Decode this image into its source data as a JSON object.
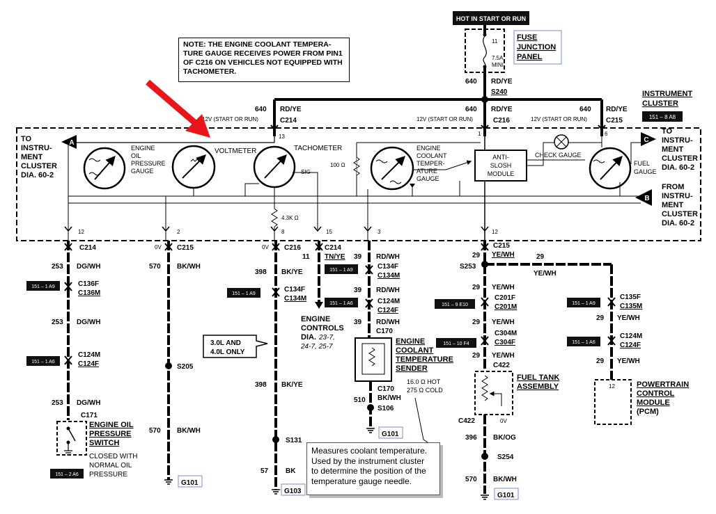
{
  "note": "NOTE: THE ENGINE COOLANT TEMPERA- TURE GAUGE RECEIVES POWER FROM PIN1 OF C216 ON VEHICLES NOT EQUIPPED WITH TACHOMETER.",
  "hot_in_start": "HOT IN START OR RUN",
  "fuse_junction": [
    "FUSE",
    "JUNCTION",
    "PANEL"
  ],
  "fuse_number": "11",
  "fuse_rating": [
    "7.5A",
    "MINI"
  ],
  "instrument_cluster_label": [
    "INSTRUMENT",
    "CLUSTER"
  ],
  "ref_151_8_a8": "151 – 8 A8",
  "wire_640": "640",
  "rd_ye": "RD/YE",
  "s240": "S240",
  "power_12v": "12V (START OR RUN)",
  "c214": "C214",
  "c215": "C215",
  "c216": "C216",
  "pin_13": "13",
  "pin_1": "1",
  "pin_6": "6",
  "to_cluster_left": [
    "TO",
    "INSTRU-",
    "MENT",
    "CLUSTER",
    "DIA. 60-2"
  ],
  "to_cluster_right": [
    "TO",
    "INSTRU-",
    "MENT",
    "CLUSTER",
    "DIA. 60-2"
  ],
  "from_cluster": [
    "FROM",
    "INSTRU-",
    "MENT",
    "CLUSTER",
    "DIA. 60-2"
  ],
  "connector_a": "A",
  "connector_b": "B",
  "connector_c": "C",
  "oil_gauge": [
    "ENGINE",
    "OIL",
    "PRESSURE",
    "GAUGE"
  ],
  "voltmeter": "VOLTMETER",
  "tachometer": "TACHOMETER",
  "sig": "SIG",
  "coolant_gauge": [
    "ENGINE",
    "COOLANT",
    "TEMPER-",
    "ATURE",
    "GAUGE"
  ],
  "resistor_100": "100 Ω",
  "anti_slosh": [
    "ANTI-",
    "SLOSH",
    "MODULE"
  ],
  "check_gauge": "CHECK GAUGE",
  "fuel_gauge": [
    "FUEL",
    "GAUGE"
  ],
  "resistor_43k": "4.3K Ω",
  "pins_bottom": [
    "12",
    "2",
    "8",
    "15",
    "3",
    "12"
  ],
  "col1": {
    "c214": "C214",
    "w253": "253",
    "dgwh": "DG/WH",
    "ref1": "151 – 1 A9",
    "c136f": "C136F",
    "c136m": "C136M",
    "ref2": "151 – 1 A6",
    "c124m": "C124M",
    "c124f": "C124F",
    "c171": "C171",
    "switch": [
      "ENGINE OIL",
      "PRESSURE",
      "SWITCH"
    ],
    "switch_desc": [
      "CLOSED WITH",
      "NORMAL OIL",
      "PRESSURE"
    ],
    "ref3": "151 – 2 A6"
  },
  "col2": {
    "zero_v": "0V",
    "c215": "C215",
    "w570": "570",
    "bkwh": "BK/WH",
    "s205": "S205",
    "g101": "G101"
  },
  "col3": {
    "zero_v": "0V",
    "c216": "C216",
    "w398": "398",
    "bkye": "BK/YE",
    "ref": "151 – 1 A9",
    "c134f": "C134F",
    "c134m": "C134M",
    "engine_note": [
      "3.0L AND",
      "4.0L ONLY"
    ],
    "s131": "S131",
    "w57": "57",
    "bk": "BK",
    "g103": "G103"
  },
  "col4": {
    "c214": "C214",
    "w11": "11",
    "tnye": "TN/YE",
    "engine_controls": [
      "ENGINE",
      "CONTROLS",
      "DIA."
    ],
    "dia_refs": [
      "23-7,",
      "24-7, 25-7"
    ]
  },
  "col5": {
    "w39": "39",
    "rdwh": "RD/WH",
    "ref1": "151 – 1 A9",
    "c134f": "C134F",
    "c134m": "C134M",
    "ref2": "151 – 1 A6",
    "c124m": "C124M",
    "c124f": "C124F",
    "c170": "C170",
    "sender": [
      "ENGINE",
      "COOLANT",
      "TEMPERATURE",
      "SENDER"
    ],
    "sender_spec": [
      "16.0 Ω HOT",
      "275 Ω COLD"
    ],
    "w510": "510",
    "bkwh": "BK/WH",
    "s106": "S106",
    "g101": "G101"
  },
  "col6": {
    "c215": "C215",
    "w29": "29",
    "yewh": "YE/WH",
    "s253": "S253",
    "ref1": "151 – 9 E10",
    "c201f": "C201F",
    "c201m": "C201M",
    "ref2": "151 – 10 F4",
    "c304m": "C304M",
    "c304f": "C304F",
    "c422": "C422",
    "fuel_tank": [
      "FUEL TANK",
      "ASSEMBLY"
    ],
    "zero_v": "0V",
    "w396": "396",
    "bkog": "BK/OG",
    "s254": "S254",
    "w570": "570",
    "bkwh": "BK/WH",
    "g101": "G101"
  },
  "col7": {
    "w29": "29",
    "yewh": "YE/WH",
    "ref1": "151 – 1 A9",
    "c135f": "C135F",
    "c135m": "C135M",
    "ref2": "151 – 1 A6",
    "c124m": "C124M",
    "c124f": "C124F",
    "pin12": "12",
    "pcm": [
      "POWERTRAIN",
      "CONTROL",
      "MODULE",
      "(PCM)"
    ]
  },
  "callout": [
    "Measures coolant temperature.",
    "Used by the instrument cluster",
    "to determine the position of the",
    "temperature gauge needle."
  ],
  "colors": {
    "arrow": "#e8161b",
    "tag_fill": "#111111",
    "tag_text": "#ffffff",
    "link_box": "#7a8cc8"
  }
}
